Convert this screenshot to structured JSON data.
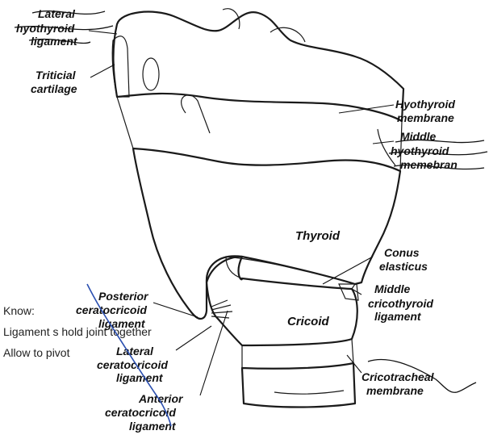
{
  "labels": {
    "lateral_hyothyroid": [
      "Lateral",
      "hyothyroid",
      "ligament"
    ],
    "triticial": [
      "Triticial",
      "cartilage"
    ],
    "hyothyroid_membrane": [
      "Hyothyroid",
      "membrane"
    ],
    "middle_hyothyroid": [
      "Middle",
      "hyothyroid",
      "memebran"
    ],
    "thyroid": "Thyroid",
    "conus": [
      "Conus",
      "elasticus"
    ],
    "middle_cricothyroid": [
      "Middle",
      "cricothyroid",
      "ligament"
    ],
    "posterior": [
      "Posterior",
      "ceratocricoid",
      "ligament"
    ],
    "cricoid": "Cricoid",
    "lateral_cerato": [
      "Lateral",
      "ceratocricoid",
      "ligament"
    ],
    "cricotracheal": [
      "Cricotracheal",
      "membrane"
    ],
    "anterior": [
      "Anterior",
      "ceratocricoid",
      "ligament"
    ]
  },
  "notes": [
    "Know:",
    "Ligament s hold joint together",
    "Allow to pivot"
  ],
  "colors": {
    "blue_ink": "#2b4fb0",
    "black_ink": "#111111"
  }
}
